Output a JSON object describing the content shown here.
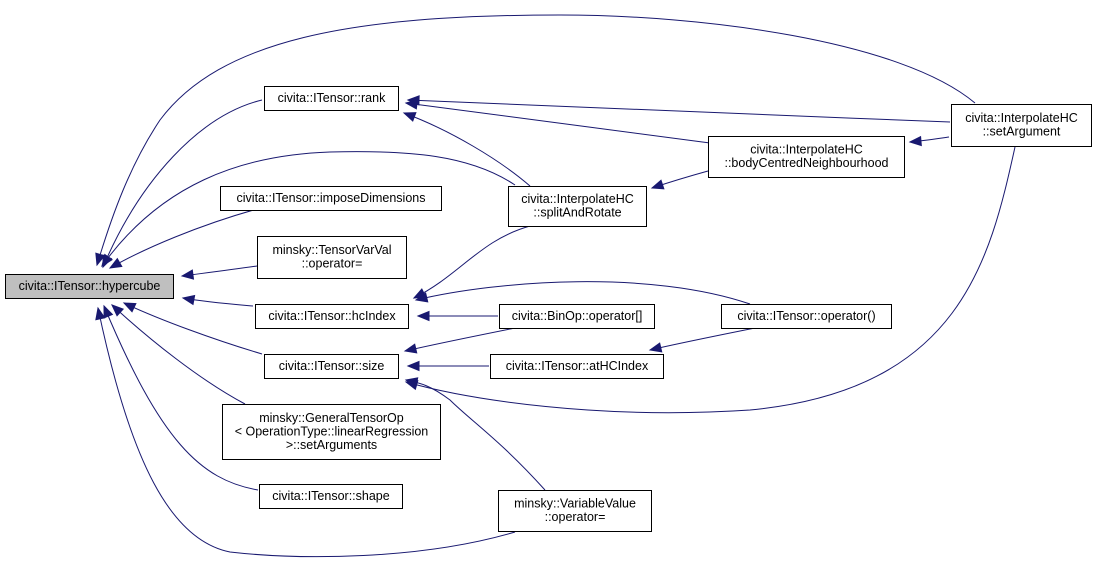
{
  "diagram": {
    "type": "call-graph",
    "colors": {
      "edge": "#191970",
      "root_fill": "#bfbfbf",
      "node_fill": "#ffffff",
      "border": "#000000"
    },
    "nodes": [
      {
        "id": "hypercube",
        "lines": [
          "civita::ITensor::hypercube"
        ],
        "root": true
      },
      {
        "id": "rank",
        "lines": [
          "civita::ITensor::rank"
        ]
      },
      {
        "id": "imposeDimensions",
        "lines": [
          "civita::ITensor::imposeDimensions"
        ]
      },
      {
        "id": "tensorVarVal",
        "lines": [
          "minsky::TensorVarVal",
          "::operator="
        ]
      },
      {
        "id": "hcIndex",
        "lines": [
          "civita::ITensor::hcIndex"
        ]
      },
      {
        "id": "size",
        "lines": [
          "civita::ITensor::size"
        ]
      },
      {
        "id": "generalTensorOp",
        "lines": [
          "minsky::GeneralTensorOp",
          "< OperationType::linearRegression",
          ">::setArguments"
        ]
      },
      {
        "id": "shape",
        "lines": [
          "civita::ITensor::shape"
        ]
      },
      {
        "id": "splitAndRotate",
        "lines": [
          "civita::InterpolateHC",
          "::splitAndRotate"
        ]
      },
      {
        "id": "binOp",
        "lines": [
          "civita::BinOp::operator[]"
        ]
      },
      {
        "id": "atHCIndex",
        "lines": [
          "civita::ITensor::atHCIndex"
        ]
      },
      {
        "id": "variableValue",
        "lines": [
          "minsky::VariableValue",
          "::operator="
        ]
      },
      {
        "id": "bodyCentred",
        "lines": [
          "civita::InterpolateHC",
          "::bodyCentredNeighbourhood"
        ]
      },
      {
        "id": "tensorCall",
        "lines": [
          "civita::ITensor::operator()"
        ]
      },
      {
        "id": "setArgument",
        "lines": [
          "civita::InterpolateHC",
          "::setArgument"
        ]
      }
    ],
    "edges": [
      {
        "from": "rank",
        "to": "hypercube"
      },
      {
        "from": "imposeDimensions",
        "to": "hypercube"
      },
      {
        "from": "tensorVarVal",
        "to": "hypercube"
      },
      {
        "from": "hcIndex",
        "to": "hypercube"
      },
      {
        "from": "size",
        "to": "hypercube"
      },
      {
        "from": "generalTensorOp",
        "to": "hypercube"
      },
      {
        "from": "shape",
        "to": "hypercube"
      },
      {
        "from": "splitAndRotate",
        "to": "hypercube"
      },
      {
        "from": "variableValue",
        "to": "hypercube"
      },
      {
        "from": "setArgument",
        "to": "hypercube"
      },
      {
        "from": "splitAndRotate",
        "to": "rank"
      },
      {
        "from": "bodyCentred",
        "to": "rank"
      },
      {
        "from": "setArgument",
        "to": "rank"
      },
      {
        "from": "splitAndRotate",
        "to": "hcIndex"
      },
      {
        "from": "binOp",
        "to": "hcIndex"
      },
      {
        "from": "tensorCall",
        "to": "hcIndex"
      },
      {
        "from": "binOp",
        "to": "size"
      },
      {
        "from": "atHCIndex",
        "to": "size"
      },
      {
        "from": "variableValue",
        "to": "size"
      },
      {
        "from": "setArgument",
        "to": "size"
      },
      {
        "from": "bodyCentred",
        "to": "splitAndRotate"
      },
      {
        "from": "tensorCall",
        "to": "atHCIndex"
      },
      {
        "from": "setArgument",
        "to": "bodyCentred"
      }
    ]
  }
}
